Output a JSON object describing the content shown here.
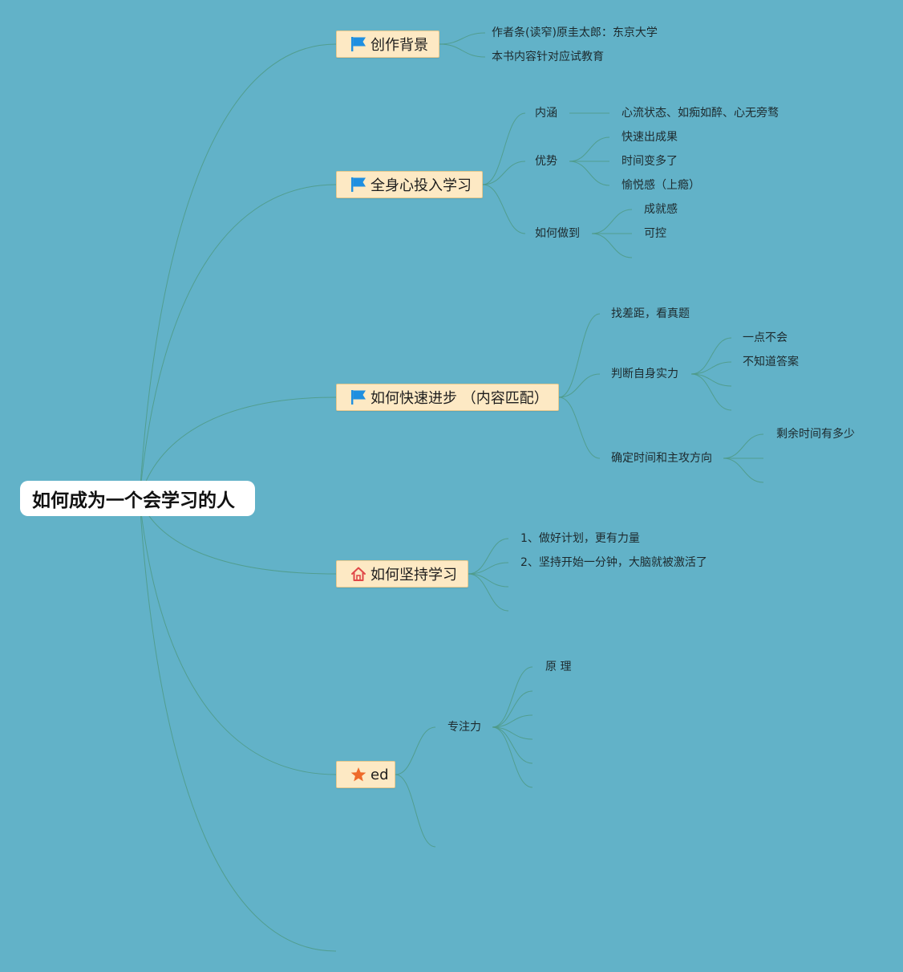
{
  "root": {
    "label": "如何成为一个会学习的人"
  },
  "branches": [
    {
      "label": "创作背景",
      "icon": "flag-icon",
      "children": [
        {
          "label": "作者条(读窄)原圭太郎：东京大学"
        },
        {
          "label": "本书内容针对应试教育"
        }
      ]
    },
    {
      "label": "全身心投入学习",
      "icon": "flag-icon",
      "children": [
        {
          "label": "内涵",
          "children": [
            {
              "label": "心流状态、如痴如醉、心无旁骛"
            }
          ]
        },
        {
          "label": "优势",
          "children": [
            {
              "label": "快速出成果"
            },
            {
              "label": "时间变多了"
            },
            {
              "label": "愉悦感（上瘾）"
            }
          ]
        },
        {
          "label": "如何做到",
          "children": [
            {
              "label": "成就感"
            },
            {
              "label": "可控"
            }
          ]
        }
      ]
    },
    {
      "label": "如何快速进步  （内容匹配）",
      "icon": "flag-icon",
      "children": [
        {
          "label": "找差距，看真题"
        },
        {
          "label": "判断自身实力",
          "children": [
            {
              "label": "一点不会"
            },
            {
              "label": "不知道答案"
            }
          ]
        },
        {
          "label": "确定时间和主攻方向",
          "children": [
            {
              "label": "剩余时间有多少"
            }
          ]
        }
      ]
    },
    {
      "label": "如何坚持学习",
      "icon": "home-icon",
      "children": [
        {
          "label": "1、做好计划，更有力量"
        },
        {
          "label": "2、坚持开始一分钟，大脑就被激活了"
        }
      ]
    },
    {
      "label": "ed",
      "icon": "star-icon",
      "children": [
        {
          "label": "专注力",
          "children": [
            {
              "label": "原 理"
            }
          ]
        }
      ]
    }
  ],
  "colors": {
    "background": "#62b2c8",
    "branch_fill": "#fde9c4",
    "branch_border": "#e7c98d",
    "connector": "#4f9a86",
    "flag": "#1f8fe0",
    "home": "#e04848",
    "star": "#ee6a2a"
  }
}
